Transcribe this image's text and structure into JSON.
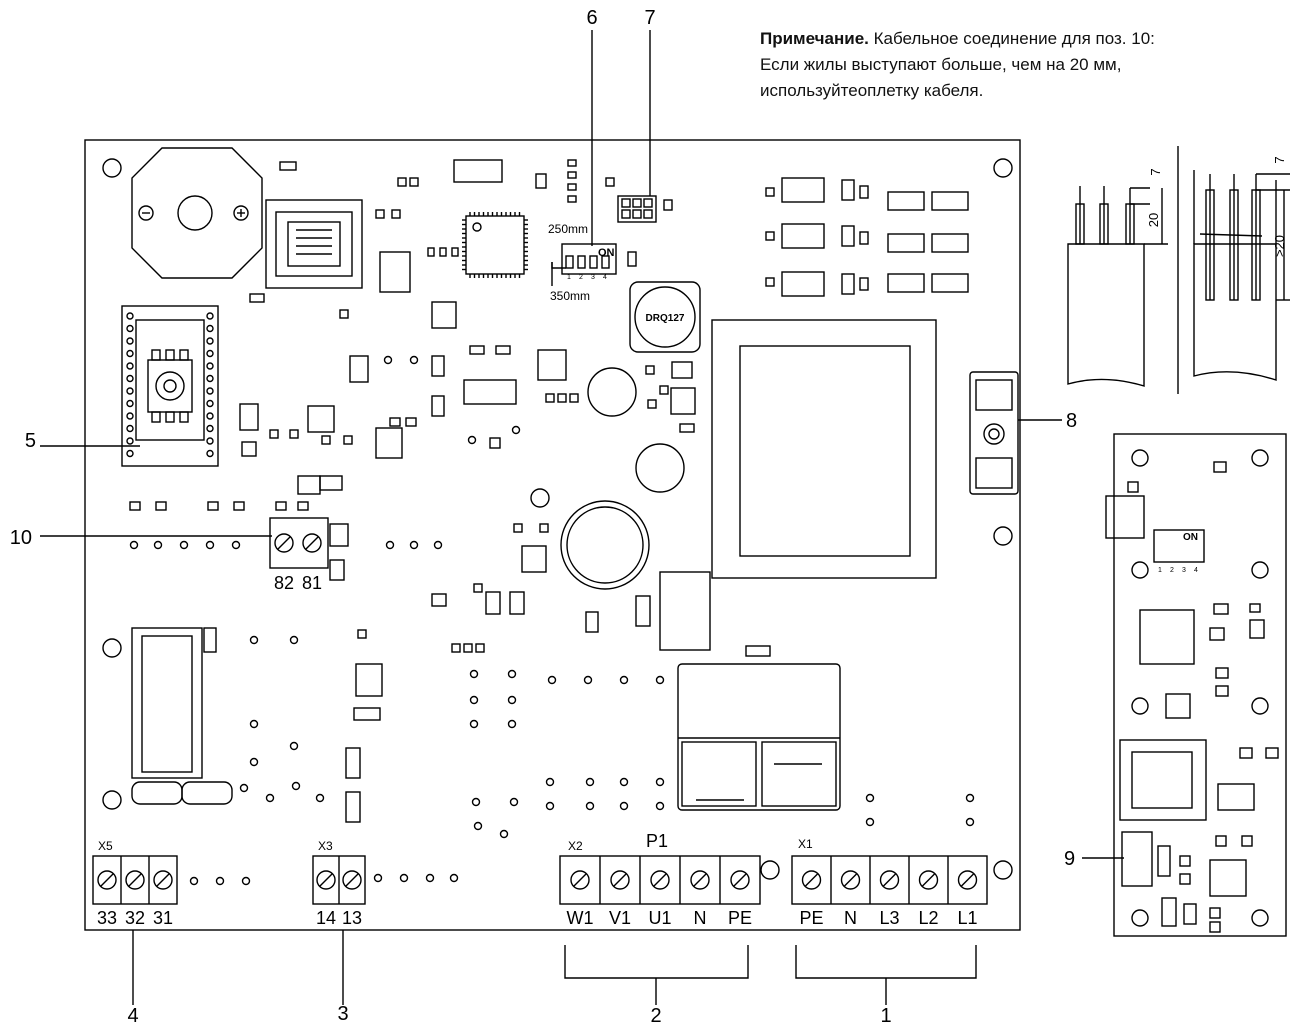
{
  "note": {
    "title": "Примечание.",
    "line1": "Кабельное соединение для поз. 10:",
    "line2": "Если жилы выступают больше, чем на 20 мм,",
    "line3": "используйтеоплетку кабеля."
  },
  "callouts": {
    "c1": "1",
    "c2": "2",
    "c3": "3",
    "c4": "4",
    "c5": "5",
    "c6": "6",
    "c7": "7",
    "c8": "8",
    "c9": "9",
    "c10": "10"
  },
  "dip": {
    "upper": "250mm",
    "lower": "350mm",
    "on": "ON",
    "n1": "1",
    "n2": "2",
    "n3": "3",
    "n4": "4"
  },
  "chip_label": "DRQ127",
  "connectors": {
    "x5": {
      "name": "X5",
      "pins": [
        "33",
        "32",
        "31"
      ]
    },
    "x3": {
      "name": "X3",
      "pins": [
        "14",
        "13"
      ]
    },
    "x2": {
      "name": "X2",
      "pins": [
        "W1",
        "V1",
        "U1",
        "N",
        "PE"
      ]
    },
    "p1": "P1",
    "x1": {
      "name": "X1",
      "pins": [
        "PE",
        "N",
        "L3",
        "L2",
        "L1"
      ]
    },
    "sensor": {
      "pins": [
        "82",
        "81"
      ]
    }
  },
  "cable": {
    "d7a": "7",
    "d20": "20",
    "d7b": "7",
    "dgt20": ">20"
  },
  "small_board": {
    "on": "ON",
    "n1": "1",
    "n2": "2",
    "n3": "3",
    "n4": "4"
  }
}
